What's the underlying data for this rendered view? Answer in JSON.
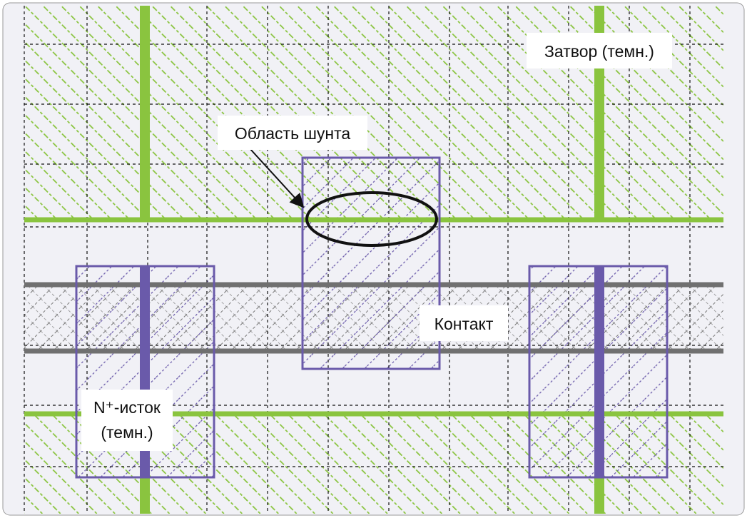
{
  "labels": {
    "gate": "Затвор (темн.)",
    "shunt": "Область шунта",
    "contact": "Контакт",
    "source_line1": "N⁺-исток",
    "source_line2": "(темн.)"
  },
  "colors": {
    "background": "#f1f1f6",
    "gate_green": "#8ac43f",
    "hatch_green": "#8ac43f",
    "contact_purple": "#6a5aaa",
    "metal_gray": "#707070",
    "grid_dash": "#111111",
    "label_box": "#ffffff",
    "frame": "#9a9a9a"
  }
}
